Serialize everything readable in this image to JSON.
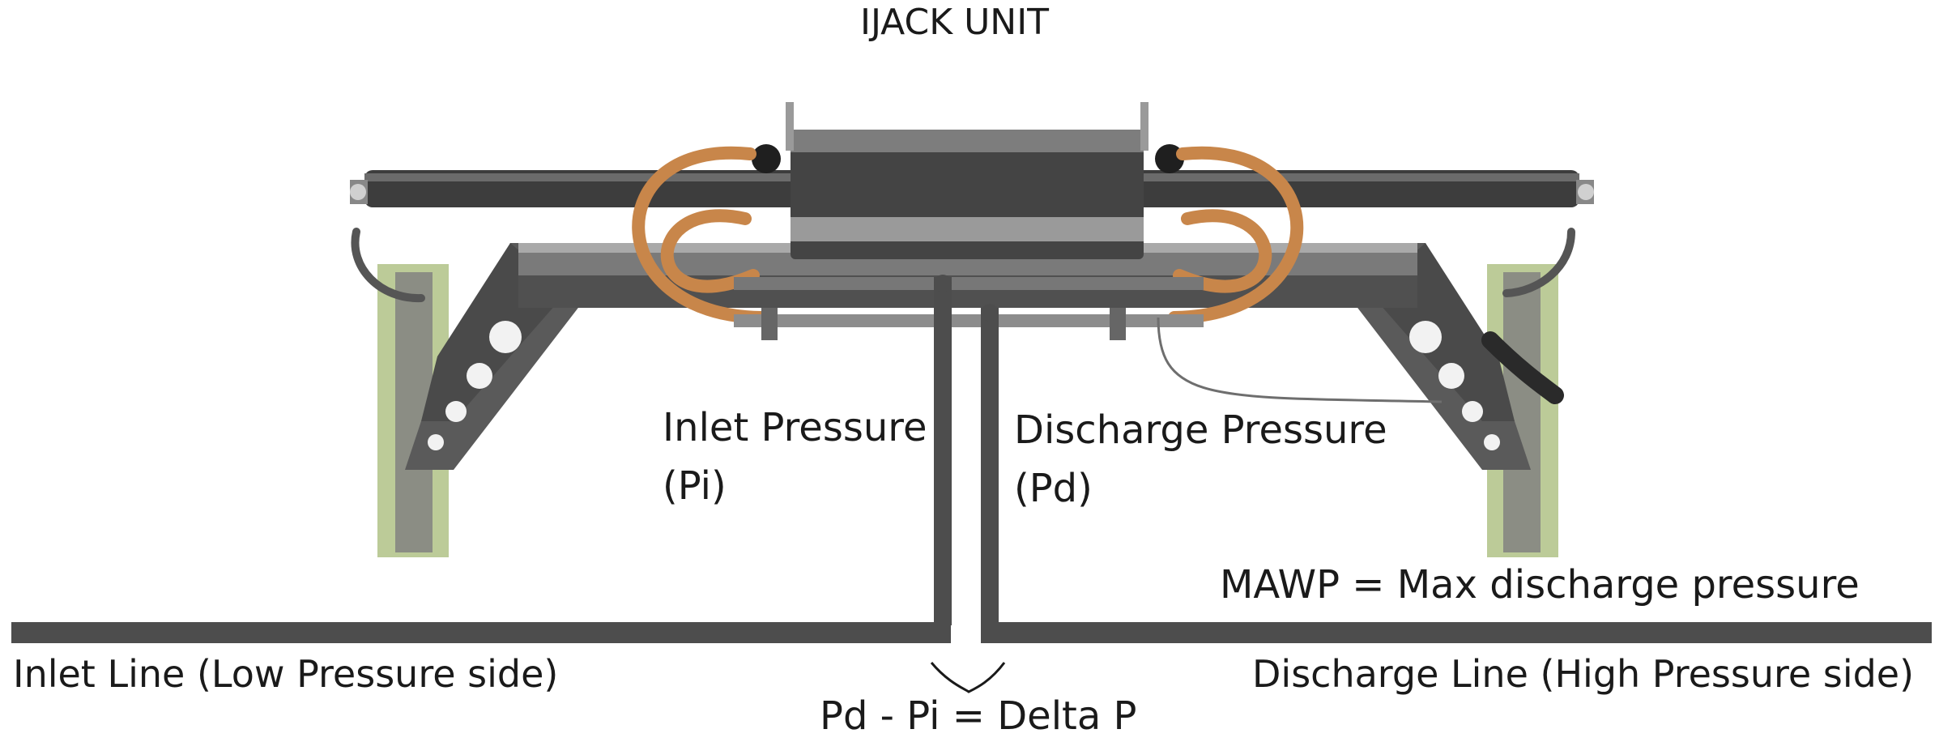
{
  "title": "IJACK UNIT",
  "labels": {
    "inlet_pressure": "Inlet Pressure",
    "inlet_pressure_symbol": "(Pi)",
    "discharge_pressure": "Discharge Pressure",
    "discharge_pressure_symbol": "(Pd)",
    "mawp": "MAWP = Max discharge pressure",
    "inlet_line": "Inlet Line (Low Pressure side)",
    "discharge_line": "Discharge Line (High Pressure side)",
    "delta_p": "Pd - Pi = Delta P"
  },
  "colors": {
    "pipe": "#4d4d4d",
    "frame": "#555555",
    "frame_light": "#8a8a8a",
    "hose": "#c8864a",
    "post": "#bccb98",
    "cylinder": "#3d3d3d"
  }
}
